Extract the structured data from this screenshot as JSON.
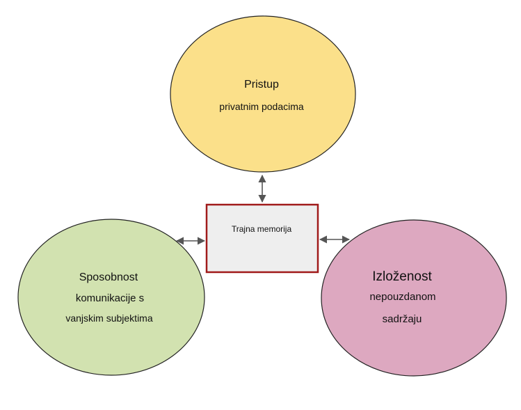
{
  "center": {
    "label": "Trajna memorija"
  },
  "top": {
    "line1": "Pristup",
    "line2": "privatnim podacima"
  },
  "left": {
    "line1": "Sposobnost",
    "line2": "komunikacije s",
    "line3": "vanjskim subjektima"
  },
  "right": {
    "line1": "Izloženost",
    "line2": "nepouzdanom",
    "line3": "sadržaju"
  },
  "colors": {
    "top_fill": "#fbe08a",
    "left_fill": "#d2e2b0",
    "right_fill": "#dda8c0",
    "box_fill": "#eeeeee",
    "box_border": "#a01a1a",
    "outline": "#222222",
    "arrow": "#555555"
  }
}
